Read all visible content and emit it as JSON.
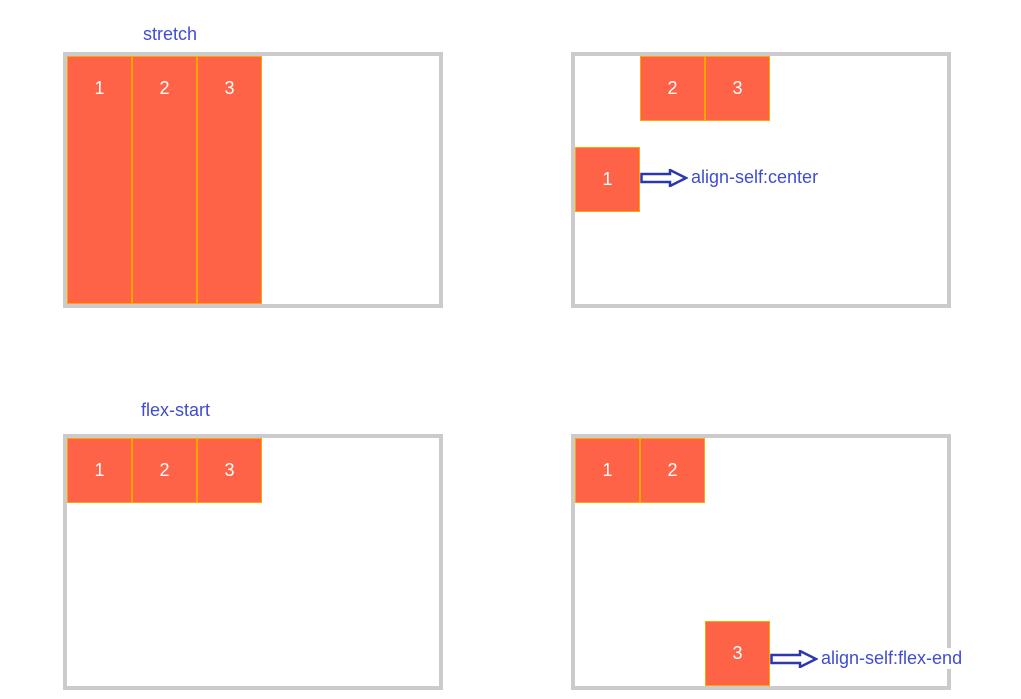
{
  "colors": {
    "item_fill": "#FF6347",
    "item_border": "#FFA500",
    "container_border": "#CBCBCB",
    "label_text": "#3F4DD0",
    "arrow_color": "#2C37AE",
    "item_number_text": "#FFFFFF"
  },
  "panels": {
    "stretch": {
      "label": "stretch",
      "items": [
        "1",
        "2",
        "3"
      ]
    },
    "align_self_center": {
      "annotation": "align-self:center",
      "items": [
        "1",
        "2",
        "3"
      ]
    },
    "flex_start": {
      "label": "flex-start",
      "items": [
        "1",
        "2",
        "3"
      ]
    },
    "align_self_flex_end": {
      "annotation": "align-self:flex-end",
      "items": [
        "1",
        "2",
        "3"
      ]
    }
  }
}
